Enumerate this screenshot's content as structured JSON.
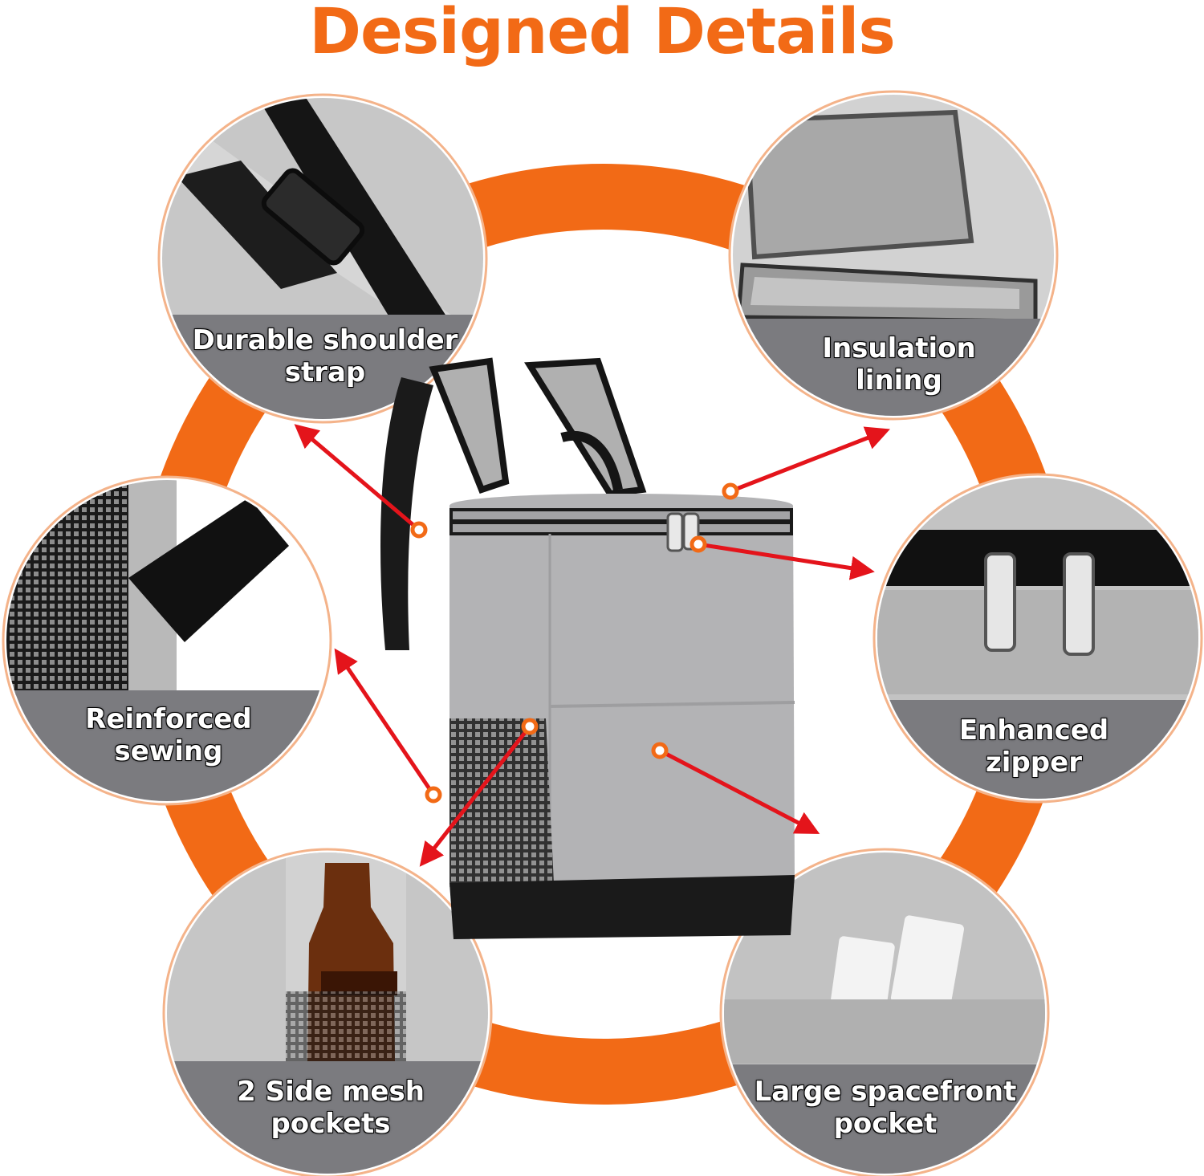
{
  "title": "Designed Details",
  "colors": {
    "accent_orange": "#f26a16",
    "arrow_red": "#e4141b",
    "bag_grey": "#b3b3b5",
    "label_band_grey": "#7b7b7f"
  },
  "features": [
    {
      "id": "shoulder-strap",
      "line1": "Durable shoulder",
      "line2": "strap"
    },
    {
      "id": "insulation-lining",
      "line1": "Insulation",
      "line2": "lining"
    },
    {
      "id": "reinforced-sewing",
      "line1": "Reinforced",
      "line2": "sewing"
    },
    {
      "id": "enhanced-zipper",
      "line1": "Enhanced",
      "line2": "zipper"
    },
    {
      "id": "side-mesh-pockets",
      "line1": "2 Side mesh",
      "line2": "pockets"
    },
    {
      "id": "front-pocket",
      "line1": "Large spacefront",
      "line2": "pocket"
    }
  ]
}
